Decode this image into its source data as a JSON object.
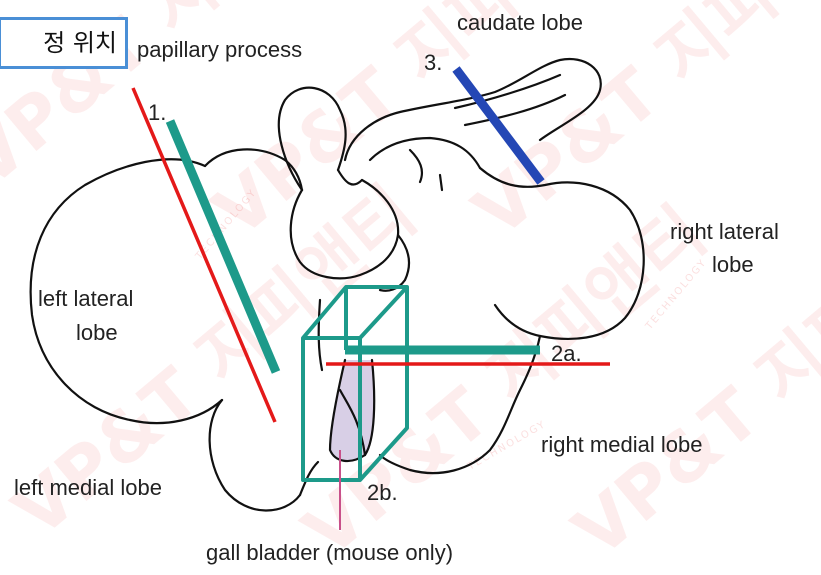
{
  "tag_box": {
    "text": "정 위치"
  },
  "labels": {
    "caudate": "caudate lobe",
    "papillary": "papillary process",
    "right_lateral_line1": "right lateral",
    "right_lateral_line2": "lobe",
    "left_lateral_line1": "left lateral",
    "left_lateral_line2": "lobe",
    "right_medial": "right medial lobe",
    "left_medial": "left medial lobe",
    "gall_bladder": "gall bladder (mouse only)"
  },
  "markers": {
    "m1": "1.",
    "m2a": "2a.",
    "m2b": "2b.",
    "m3": "3."
  },
  "colors": {
    "teal": "#1d9a8a",
    "blue": "#2447b5",
    "red": "#e41919",
    "gall_fill": "#d8cfe6",
    "pink": "#c8508a"
  },
  "watermark": {
    "text": "VP&T 지피앤티",
    "subtext": "TECHNOLOGY"
  }
}
